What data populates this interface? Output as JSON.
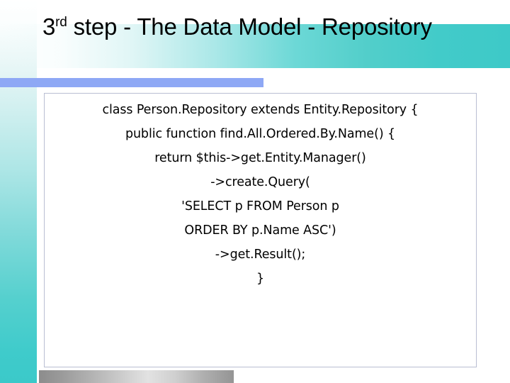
{
  "slide": {
    "title": {
      "prefix": "3",
      "ordinal_suffix": "rd",
      "rest": " step - The Data Model - Repository",
      "full_text": "3rd step - The Data Model - Repository"
    },
    "code_block": {
      "language": "php",
      "lines": [
        "class Person.Repository extends Entity.Repository {",
        "public function find.All.Ordered.By.Name() {",
        "return $this->get.Entity.Manager()",
        "->create.Query(",
        "'SELECT p FROM Person p",
        "ORDER BY p.Name ASC')",
        "->get.Result();",
        "}"
      ]
    },
    "colors": {
      "teal": "#3ec9c8",
      "accent_blue": "#8ea8f5",
      "box_border": "#b9bed2",
      "footer_gray": "#9b9b9b",
      "text": "#000000"
    }
  }
}
